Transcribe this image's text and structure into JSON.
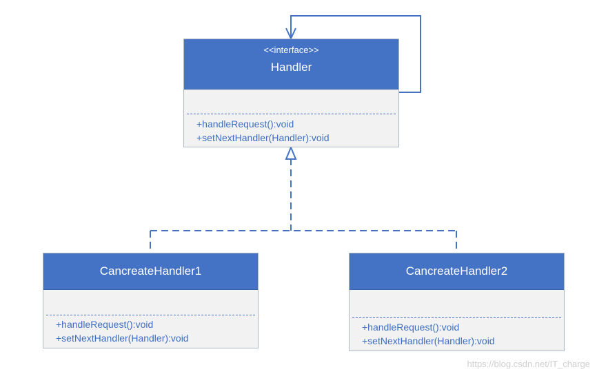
{
  "handler": {
    "stereotype": "<<interface>>",
    "name": "Handler",
    "operations": [
      "+handleRequest():void",
      "+setNextHandler(Handler):void"
    ]
  },
  "concrete1": {
    "name": "CancreateHandler1",
    "operations": [
      "+handleRequest():void",
      "+setNextHandler(Handler):void"
    ]
  },
  "concrete2": {
    "name": "CancreateHandler2",
    "operations": [
      "+handleRequest():void",
      "+setNextHandler(Handler):void"
    ]
  },
  "colors": {
    "header_fill": "#4472c4",
    "body_fill": "#f2f2f2",
    "line": "#4472c4"
  },
  "watermark": "https://blog.csdn.net/IT_charge"
}
